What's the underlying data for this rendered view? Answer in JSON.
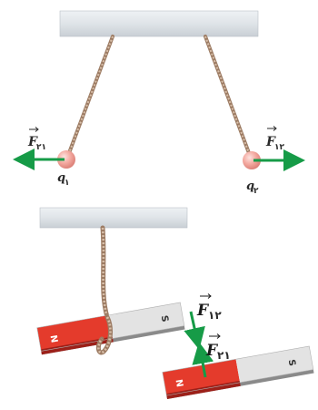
{
  "top_figure": {
    "left_charge": {
      "force_symbol": "F",
      "force_subscript": "۲۱",
      "charge_symbol": "q",
      "charge_subscript": "۱"
    },
    "right_charge": {
      "force_symbol": "F",
      "force_subscript": "۱۲",
      "charge_symbol": "q",
      "charge_subscript": "۲"
    }
  },
  "bottom_figure": {
    "upper_magnet": {
      "north_label": "N",
      "south_label": "S"
    },
    "lower_magnet": {
      "north_label": "N",
      "south_label": "S"
    },
    "upper_force": {
      "symbol": "F",
      "subscript": "۱۲"
    },
    "lower_force": {
      "symbol": "F",
      "subscript": "۲۱"
    }
  },
  "colors": {
    "support": "#dfe4e8",
    "string": "#c6a88f",
    "ball": "#f2a8a0",
    "arrow": "#169b47",
    "magnet_red": "#e43b2c",
    "magnet_gray": "#e3e3e3"
  }
}
